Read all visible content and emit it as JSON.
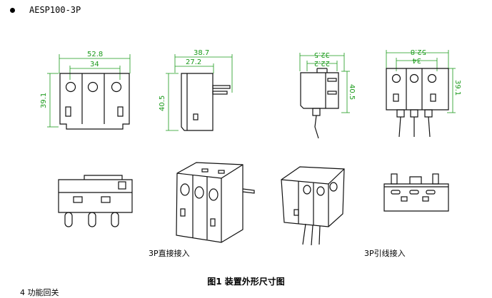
{
  "heading": "AESP100-3P",
  "dimensions": {
    "front_width": "52.8",
    "front_pin_spacing": "34",
    "front_height": "39.1",
    "side_depth": "38.7",
    "side_body_depth": "27.2",
    "side_height": "40.5",
    "lead_depth": "32.5",
    "lead_body_depth": "22.2",
    "lead_height": "40.5",
    "lead_front_width": "52.8",
    "lead_front_spacing": "34",
    "lead_front_height": "39.1"
  },
  "captions": {
    "direct": "3P直接接入",
    "lead": "3P引线接入",
    "figure": "图1  装置外形尺寸图",
    "cut": "4 功能回关"
  }
}
